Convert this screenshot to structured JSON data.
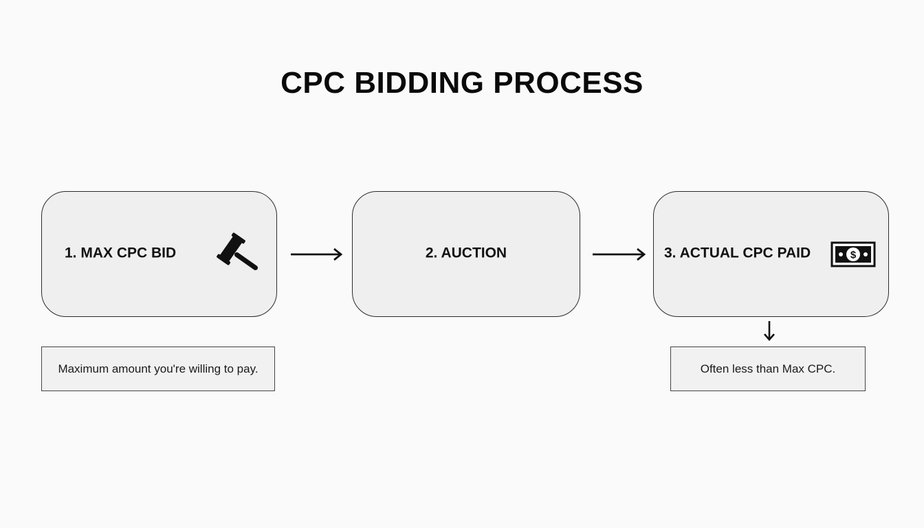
{
  "title": "CPC BIDDING PROCESS",
  "steps": [
    {
      "label": "1. MAX CPC BID",
      "icon": "gavel-icon"
    },
    {
      "label": "2. AUCTION"
    },
    {
      "label": "3. ACTUAL CPC PAID",
      "icon": "cash-icon"
    }
  ],
  "notes": {
    "step1": "Maximum amount you're willing to pay.",
    "step3": "Often less than Max CPC."
  },
  "colors": {
    "background": "#fafafa",
    "box_fill": "#efefef",
    "stroke": "#2a2a2a",
    "text": "#111111"
  }
}
